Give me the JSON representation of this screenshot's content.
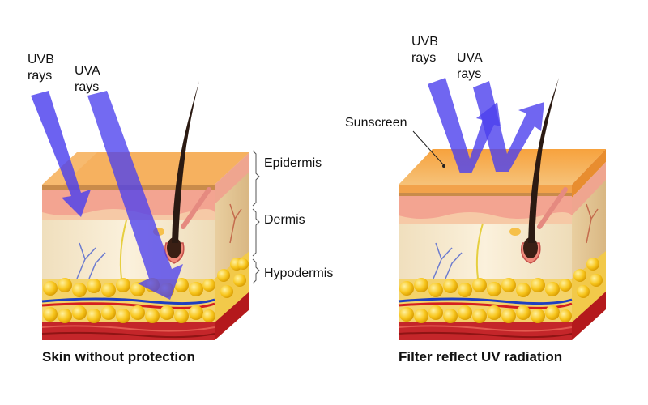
{
  "left_panel": {
    "uvb_label_1": "UVB",
    "uvb_label_2": "rays",
    "uva_label_1": "UVA",
    "uva_label_2": "rays",
    "layers": {
      "epidermis": "Epidermis",
      "dermis": "Dermis",
      "hypodermis": "Hypodermis"
    },
    "caption": "Skin without protection"
  },
  "right_panel": {
    "uvb_label_1": "UVB",
    "uvb_label_2": "rays",
    "uva_label_1": "UVA",
    "uva_label_2": "rays",
    "sunscreen_label": "Sunscreen",
    "caption": "Filter reflect UV radiation"
  },
  "colors": {
    "sunscreen": "#f5a041",
    "epidermis_top": "#f7c27a",
    "dermis": "#f3e3c4",
    "epidermis_pink": "#f2a08f",
    "fat": "#f7c31f",
    "muscle": "#c8282a",
    "uv_ray": "#4a3ff0",
    "hair": "#2b1a12"
  }
}
